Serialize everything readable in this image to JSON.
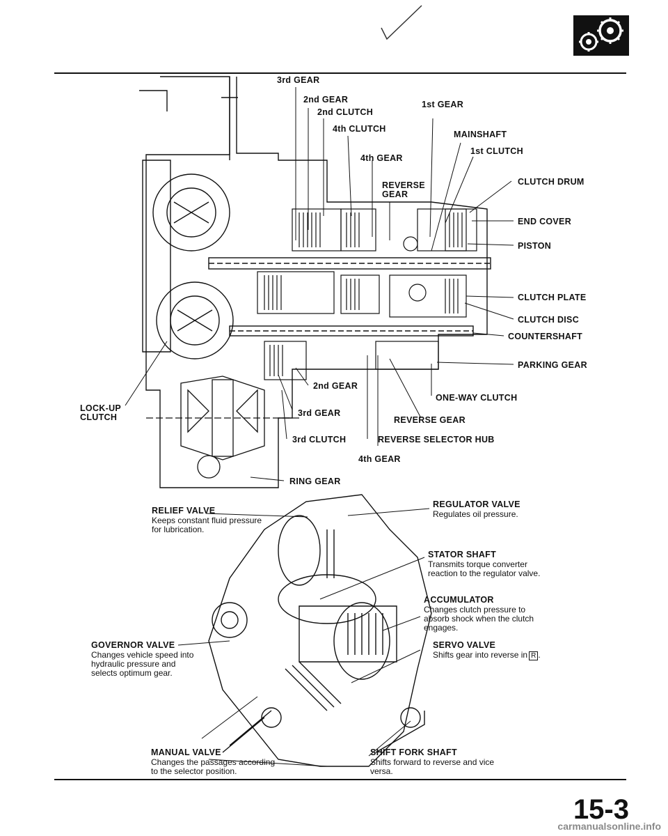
{
  "header": {
    "checkmark_icon": "checkmark-icon",
    "section_icon": "gears-section-icon"
  },
  "colors": {
    "ink": "#111111",
    "paper": "#ffffff",
    "footer": "#8a8a8a"
  },
  "top_labels": {
    "third_gear_top": "3rd GEAR",
    "second_gear_top": "2nd GEAR",
    "second_clutch": "2nd CLUTCH",
    "first_gear": "1st GEAR",
    "fourth_clutch": "4th CLUTCH",
    "mainshaft": "MAINSHAFT",
    "fourth_gear_top": "4th GEAR",
    "first_clutch": "1st CLUTCH",
    "reverse_gear_top": "REVERSE\nGEAR",
    "clutch_drum": "CLUTCH DRUM",
    "end_cover": "END COVER",
    "piston": "PISTON",
    "clutch_plate": "CLUTCH PLATE",
    "clutch_disc": "CLUTCH DISC",
    "countershaft": "COUNTERSHAFT",
    "parking_gear": "PARKING GEAR",
    "second_gear_bottom": "2nd GEAR",
    "one_way_clutch": "ONE-WAY CLUTCH",
    "lock_up_clutch": "LOCK-UP\nCLUTCH",
    "third_gear_bottom": "3rd GEAR",
    "reverse_gear_bottom": "REVERSE GEAR",
    "third_clutch": "3rd CLUTCH",
    "reverse_selector_hub": "REVERSE SELECTOR HUB",
    "fourth_gear_bottom": "4th GEAR",
    "ring_gear": "RING GEAR"
  },
  "valve_labels": {
    "relief_valve": {
      "title": "RELIEF VALVE",
      "desc": "Keeps constant fluid pressure\nfor lubrication."
    },
    "regulator_valve": {
      "title": "REGULATOR VALVE",
      "desc": "Regulates oil pressure."
    },
    "stator_shaft": {
      "title": "STATOR SHAFT",
      "desc": "Transmits torque converter\nreaction to the regulator valve."
    },
    "accumulator": {
      "title": "ACCUMULATOR",
      "desc": "Changes clutch pressure to\nabsorb shock when the clutch\nengages."
    },
    "governor_valve": {
      "title": "GOVERNOR VALVE",
      "desc": "Changes vehicle speed into\nhydraulic pressure and\nselects optimum gear."
    },
    "servo_valve": {
      "title": "SERVO VALVE",
      "desc": "Shifts gear into reverse in",
      "range_box": "R"
    },
    "manual_valve": {
      "title": "MANUAL VALVE",
      "desc": "Changes the passages according\nto the selector position."
    },
    "shift_fork_shaft": {
      "title": "SHIFT FORK SHAFT",
      "desc": "Shifts forward to reverse and vice\nversa."
    }
  },
  "page_number": "15-3",
  "footer": "carmanualsonline.info"
}
